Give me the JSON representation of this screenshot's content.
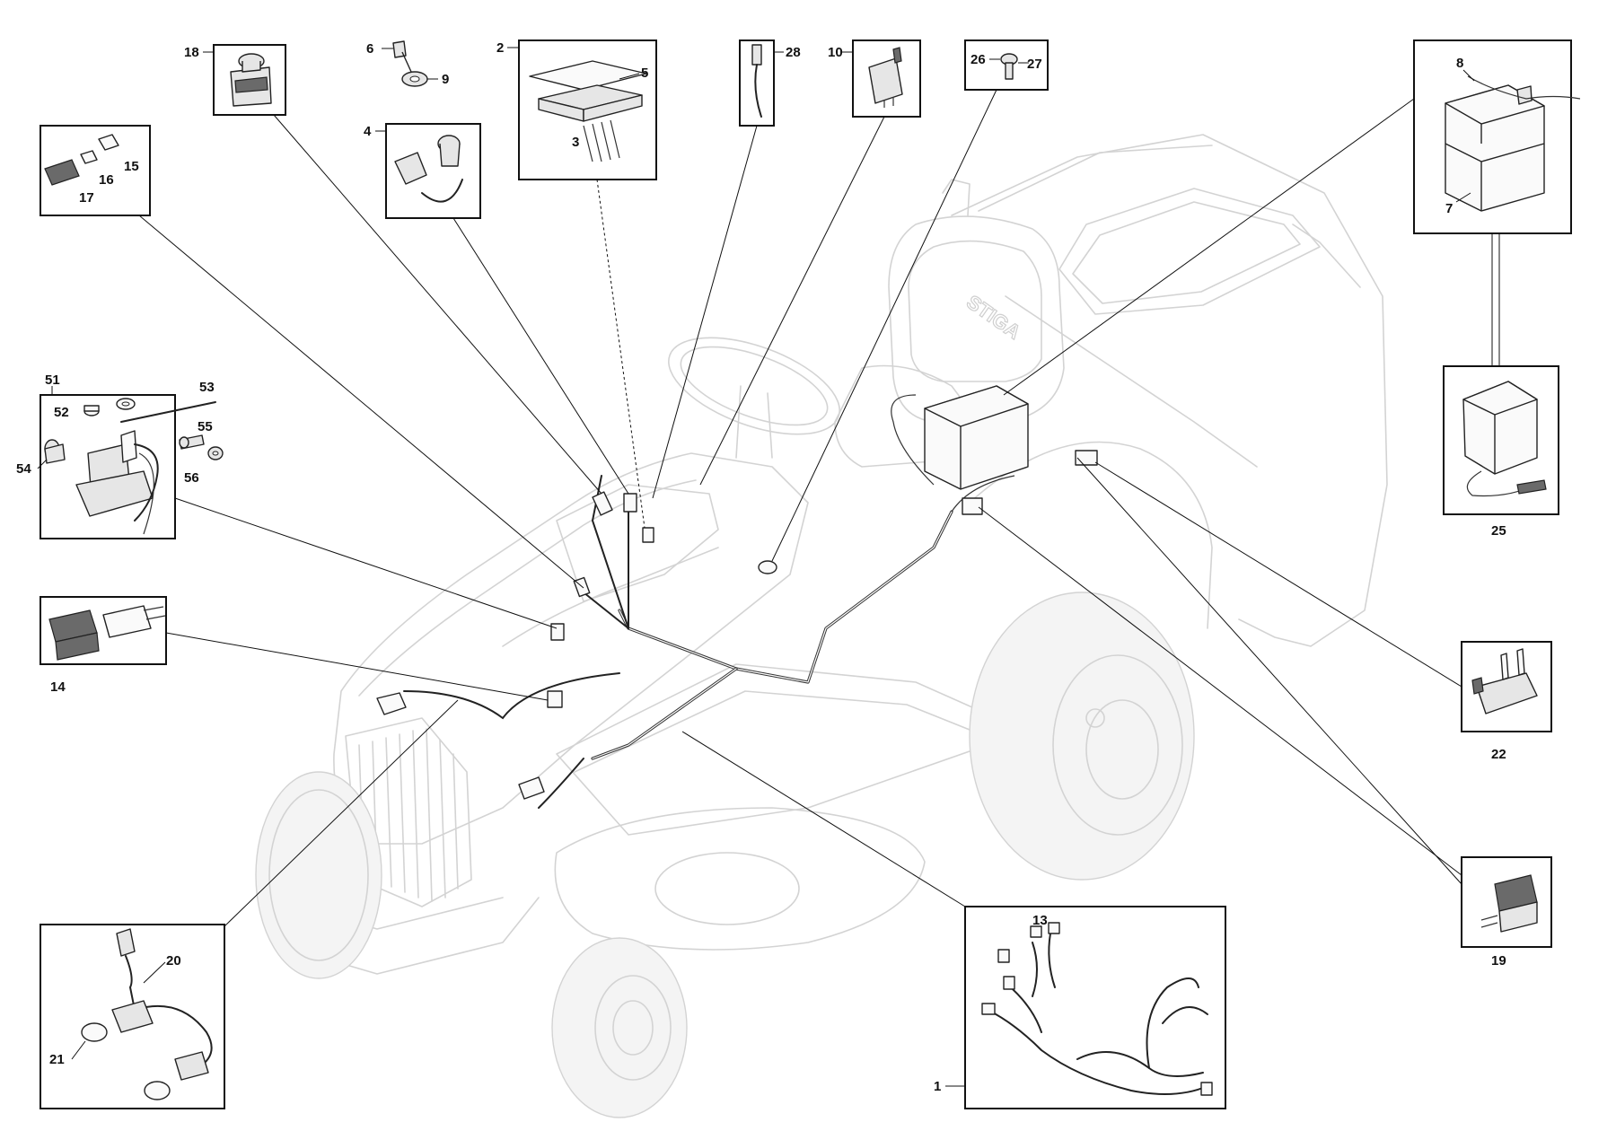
{
  "figure": {
    "brand_mark": "STIGA"
  },
  "callouts": {
    "c1": "1",
    "c2": "2",
    "c3": "3",
    "c4": "4",
    "c5": "5",
    "c6": "6",
    "c7": "7",
    "c8": "8",
    "c9": "9",
    "c10": "10",
    "c13": "13",
    "c14": "14",
    "c15": "15",
    "c16": "16",
    "c17": "17",
    "c18": "18",
    "c19": "19",
    "c20": "20",
    "c21": "21",
    "c22": "22",
    "c25": "25",
    "c26": "26",
    "c27": "27",
    "c28": "28",
    "c51": "51",
    "c52": "52",
    "c53": "53",
    "c54": "54",
    "c55": "55",
    "c56": "56"
  },
  "colors": {
    "line": "#111111",
    "ghost_outline": "#d3d3d3",
    "part_fill": "#e6e6e6",
    "background": "#ffffff"
  }
}
